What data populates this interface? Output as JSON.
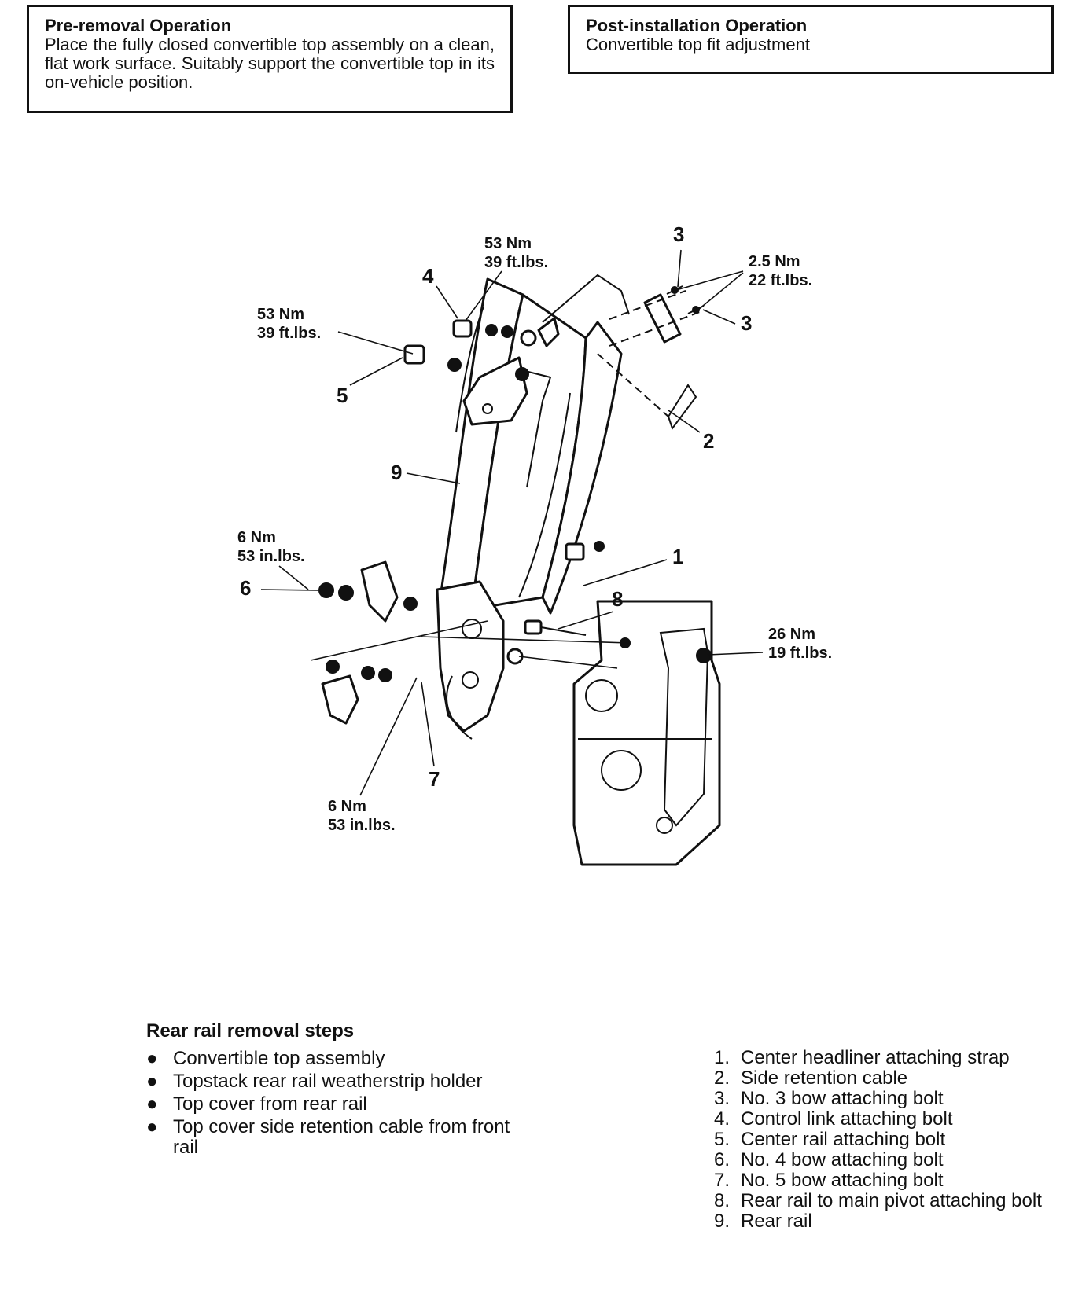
{
  "pre_removal": {
    "title": "Pre-removal Operation",
    "text": "Place the fully closed convertible top assembly on a clean, flat work surface. Suitably support the convertible top in its on-vehicle position."
  },
  "post_installation": {
    "title": "Post-installation Operation",
    "text": "Convertible top fit adjustment"
  },
  "diagram": {
    "callouts": {
      "c1": "1",
      "c2": "2",
      "c3a": "3",
      "c3b": "3",
      "c4": "4",
      "c5": "5",
      "c6": "6",
      "c7": "7",
      "c8": "8",
      "c9": "9"
    },
    "torques": {
      "t4": {
        "nm": "53 Nm",
        "imp": "39 ft.lbs."
      },
      "t5": {
        "nm": "53 Nm",
        "imp": "39 ft.lbs."
      },
      "t3": {
        "nm": "2.5 Nm",
        "imp": "22 ft.lbs."
      },
      "t6": {
        "nm": "6 Nm",
        "imp": "53 in.lbs."
      },
      "t7": {
        "nm": "6 Nm",
        "imp": "53 in.lbs."
      },
      "t8": {
        "nm": "26 Nm",
        "imp": "19 ft.lbs."
      }
    }
  },
  "removal_steps": {
    "title": "Rear rail removal steps",
    "bullet": "●",
    "items": [
      "Convertible top assembly",
      "Topstack rear rail weatherstrip holder",
      "Top cover from rear rail",
      "Top cover side retention cable from front rail"
    ]
  },
  "parts": [
    {
      "num": "1.",
      "label": "Center headliner attaching strap"
    },
    {
      "num": "2.",
      "label": "Side retention cable"
    },
    {
      "num": "3.",
      "label": "No. 3 bow attaching bolt"
    },
    {
      "num": "4.",
      "label": "Control link attaching bolt"
    },
    {
      "num": "5.",
      "label": "Center rail attaching bolt"
    },
    {
      "num": "6.",
      "label": "No. 4 bow attaching bolt"
    },
    {
      "num": "7.",
      "label": "No. 5 bow attaching bolt"
    },
    {
      "num": "8.",
      "label": "Rear rail to main pivot attaching bolt"
    },
    {
      "num": "9.",
      "label": "Rear rail"
    }
  ]
}
